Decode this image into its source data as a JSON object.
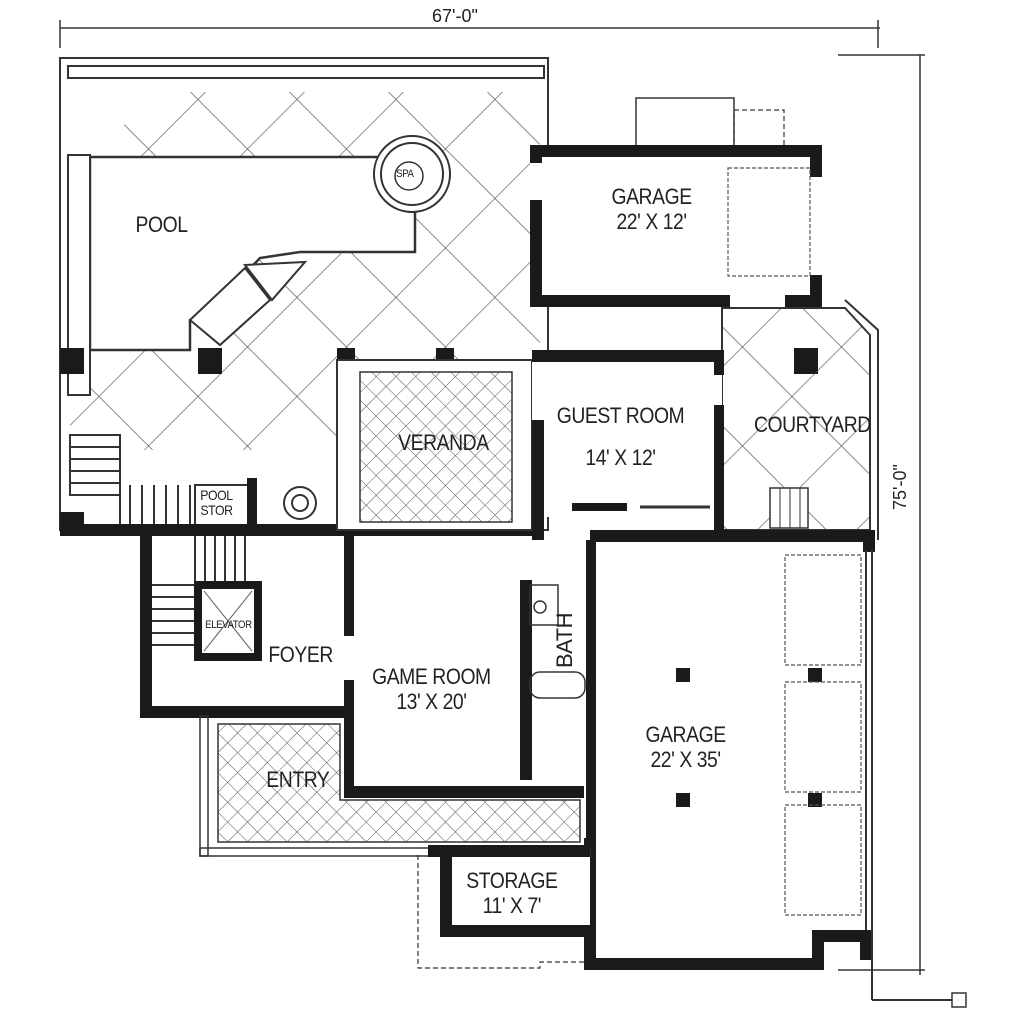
{
  "dimensions": {
    "width_label": "67'-0\"",
    "depth_label": "75'-0\""
  },
  "rooms": [
    {
      "id": "pool",
      "name": "POOL",
      "size": ""
    },
    {
      "id": "spa",
      "name": "SPA",
      "size": ""
    },
    {
      "id": "garage_small",
      "name": "GARAGE",
      "size": "22' X 12'"
    },
    {
      "id": "guest_room",
      "name": "GUEST ROOM",
      "size": "14' X 12'"
    },
    {
      "id": "courtyard",
      "name": "COURTYARD",
      "size": ""
    },
    {
      "id": "veranda",
      "name": "VERANDA",
      "size": ""
    },
    {
      "id": "pool_stor",
      "name": "POOL",
      "name2": "STOR",
      "size": ""
    },
    {
      "id": "elevator",
      "name": "ELEVATOR",
      "size": ""
    },
    {
      "id": "foyer",
      "name": "FOYER",
      "size": ""
    },
    {
      "id": "game_room",
      "name": "GAME ROOM",
      "size": "13' X 20'"
    },
    {
      "id": "bath",
      "name": "BATH",
      "size": ""
    },
    {
      "id": "garage_large",
      "name": "GARAGE",
      "size": "22' X 35'"
    },
    {
      "id": "entry",
      "name": "ENTRY",
      "size": ""
    },
    {
      "id": "storage",
      "name": "STORAGE",
      "size": "11' X 7'"
    }
  ],
  "colors": {
    "wall": "#1a1a1a",
    "line": "#333333",
    "background": "#ffffff"
  }
}
